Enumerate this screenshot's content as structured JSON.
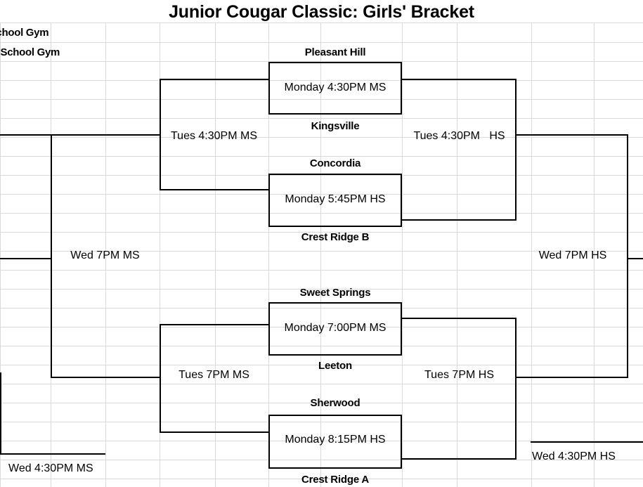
{
  "title": "Junior Cougar Classic: Girls' Bracket",
  "legend": [
    {
      "id": "hs-gym",
      "text": "h School Gym"
    },
    {
      "id": "ms-gym",
      "text": "ldle School Gym"
    }
  ],
  "teams": [
    {
      "id": "pleasant-hill",
      "name": "Pleasant Hill"
    },
    {
      "id": "kingsville",
      "name": "Kingsville"
    },
    {
      "id": "concordia",
      "name": "Concordia"
    },
    {
      "id": "crest-ridge-b",
      "name": "Crest Ridge B"
    },
    {
      "id": "sweet-springs",
      "name": "Sweet Springs"
    },
    {
      "id": "leeton",
      "name": "Leeton"
    },
    {
      "id": "sherwood",
      "name": "Sherwood"
    },
    {
      "id": "crest-ridge-a",
      "name": "Crest Ridge A"
    }
  ],
  "games": [
    {
      "id": "r1-g1",
      "label": "Monday 4:30PM MS"
    },
    {
      "id": "r1-g2",
      "label": "Monday 5:45PM HS"
    },
    {
      "id": "r1-g3",
      "label": "Monday 7:00PM MS"
    },
    {
      "id": "r1-g4",
      "label": "Monday 8:15PM HS"
    },
    {
      "id": "r2-upper-right",
      "label": "Tues 4:30PM   HS"
    },
    {
      "id": "r2-lower-right",
      "label": "Tues 7PM HS"
    },
    {
      "id": "r2-upper-left",
      "label": "Tues 4:30PM MS"
    },
    {
      "id": "r2-lower-left",
      "label": "Tues 7PM MS"
    },
    {
      "id": "r3-left",
      "label": "Wed 7PM MS"
    },
    {
      "id": "r3-right",
      "label": "Wed 7PM HS"
    },
    {
      "id": "consolation-left",
      "label": "Wed 4:30PM MS"
    },
    {
      "id": "consolation-right",
      "label": "Wed 4:30PM HS"
    }
  ],
  "colors": {
    "gridline": "#d9d9d9",
    "bracket_line": "#000000",
    "text": "#000000",
    "background": "#ffffff"
  }
}
